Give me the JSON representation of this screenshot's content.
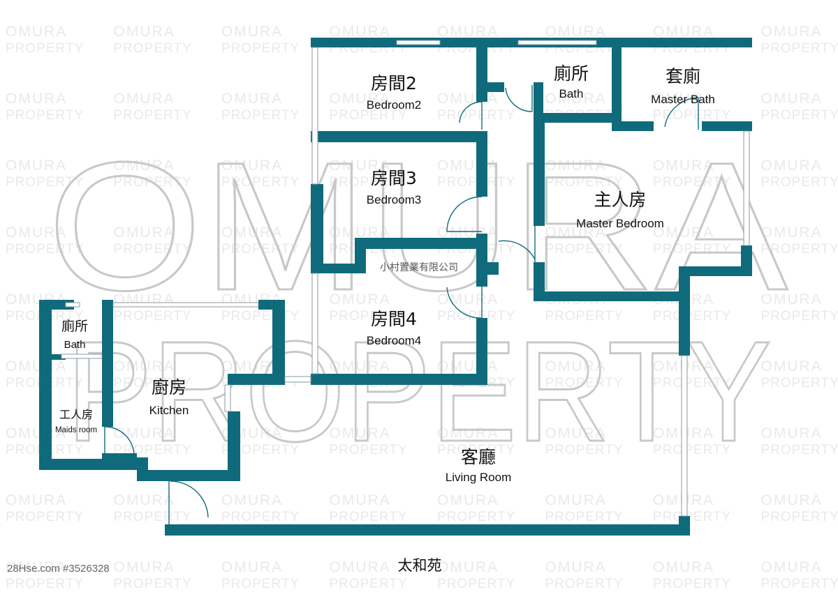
{
  "watermark": {
    "big_line1": "OMURA",
    "big_line2": "PROPERTY",
    "tile_line1": "OMURA",
    "tile_line2": "PROPERTY",
    "color": "#c8c8c8"
  },
  "theme": {
    "wall_color": "#0f6b7c"
  },
  "company_name": "小村置業有限公司",
  "estate_name": "太和苑",
  "footer_id": "28Hse.com #3526328",
  "rooms": {
    "bedroom2": {
      "zh": "房間2",
      "en": "Bedroom2"
    },
    "bath_upper": {
      "zh": "廁所",
      "en": "Bath"
    },
    "master_bath": {
      "zh": "套廁",
      "en": "Master Bath"
    },
    "bedroom3": {
      "zh": "房間3",
      "en": "Bedroom3"
    },
    "master_bedroom": {
      "zh": "主人房",
      "en": "Master Bedroom"
    },
    "bedroom4": {
      "zh": "房間4",
      "en": "Bedroom4"
    },
    "bath_lower": {
      "zh": "廁所",
      "en": "Bath"
    },
    "kitchen": {
      "zh": "廚房",
      "en": "Kitchen"
    },
    "maids_room": {
      "zh": "工人房",
      "en": "Maids room"
    },
    "living_room": {
      "zh": "客廳",
      "en": "Living Room"
    }
  }
}
